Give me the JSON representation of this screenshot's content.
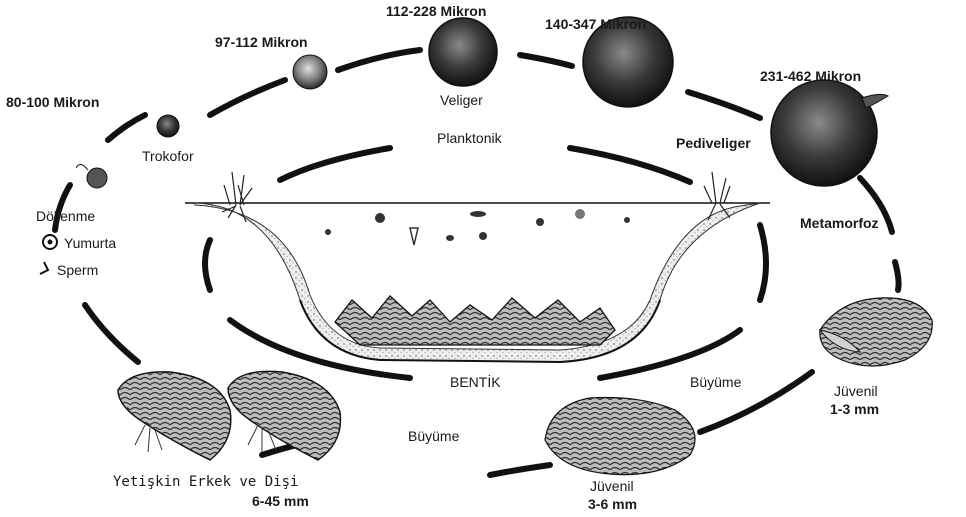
{
  "labels": {
    "size_trochophore": "80-100 Mikron",
    "size_97": "97-112 Mikron",
    "size_veliger": "112-228 Mikron",
    "size_140": "140-347 Mikron",
    "size_pediveliger": "231-462 Mikron",
    "veliger": "Veliger",
    "pediveliger": "Pediveliger",
    "trokofor": "Trokofor",
    "dollenme": "Döllenme",
    "yumurta": "Yumurta",
    "sperm": "Sperm",
    "planktonik": "Planktonik",
    "bentik": "BENTİK",
    "metamorfoz": "Metamorfoz",
    "buyume_right": "Büyüme",
    "buyume_bottom": "Büyüme",
    "juvenil_small": "Jüvenil",
    "juvenil_small_size": "1-3 mm",
    "juvenil_large": "Jüvenil",
    "juvenil_large_size": "3-6 mm",
    "adults": "Yetişkin Erkek ve Dişi",
    "adults_size": "6-45 mm"
  },
  "colors": {
    "ink": "#1a1a1a",
    "sediment": "#d9d9d9",
    "shell_dark": "#2b2b2b"
  }
}
